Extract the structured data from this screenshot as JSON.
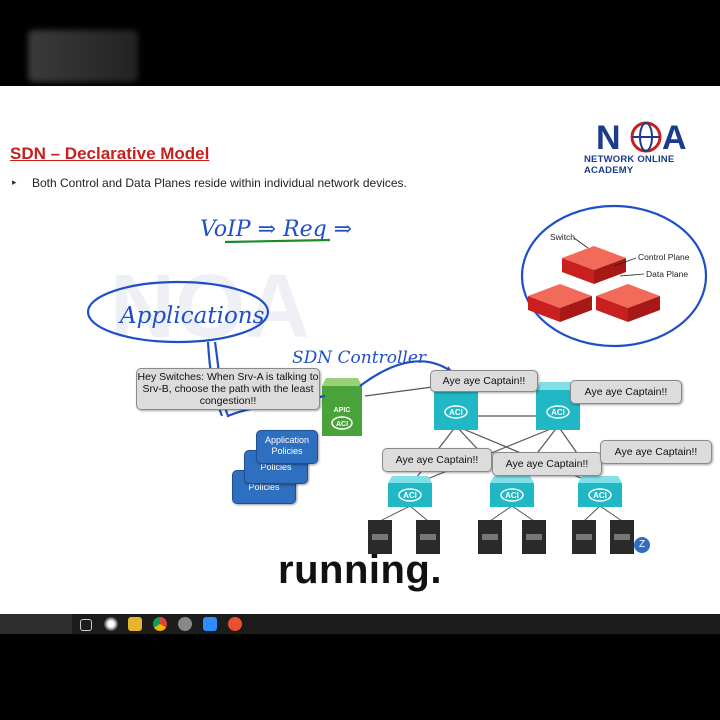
{
  "slide": {
    "title": "SDN – Declarative Model",
    "bullet": "Both Control and Data Planes reside within individual network devices.",
    "logo": {
      "letters": "NOA",
      "subtitle": "NETWORK ONLINE ACADEMY"
    }
  },
  "annotations": {
    "voip": "VoIP ⇒ Req ⇒",
    "applications": "Applications",
    "sdn_controller": "SDN Controller"
  },
  "diagram": {
    "switch_label": "Switch",
    "control_plane_label": "Control Plane",
    "data_plane_label": "Data Plane",
    "apic_label": "APIC",
    "aci_label": "ACI",
    "hey_bubble": "Hey Switches: When Srv-A is talking to Srv-B, choose the path with the least congestion!!",
    "aye_bubble": "Aye aye Captain!!",
    "policies": [
      "Application Policies",
      "Policies",
      "Policies"
    ]
  },
  "caption": "running.",
  "colors": {
    "title_red": "#c8201e",
    "switch_teal": "#1fb8c4",
    "annotation_blue": "#1f4fc8",
    "annotation_green": "#1a8a2a"
  }
}
